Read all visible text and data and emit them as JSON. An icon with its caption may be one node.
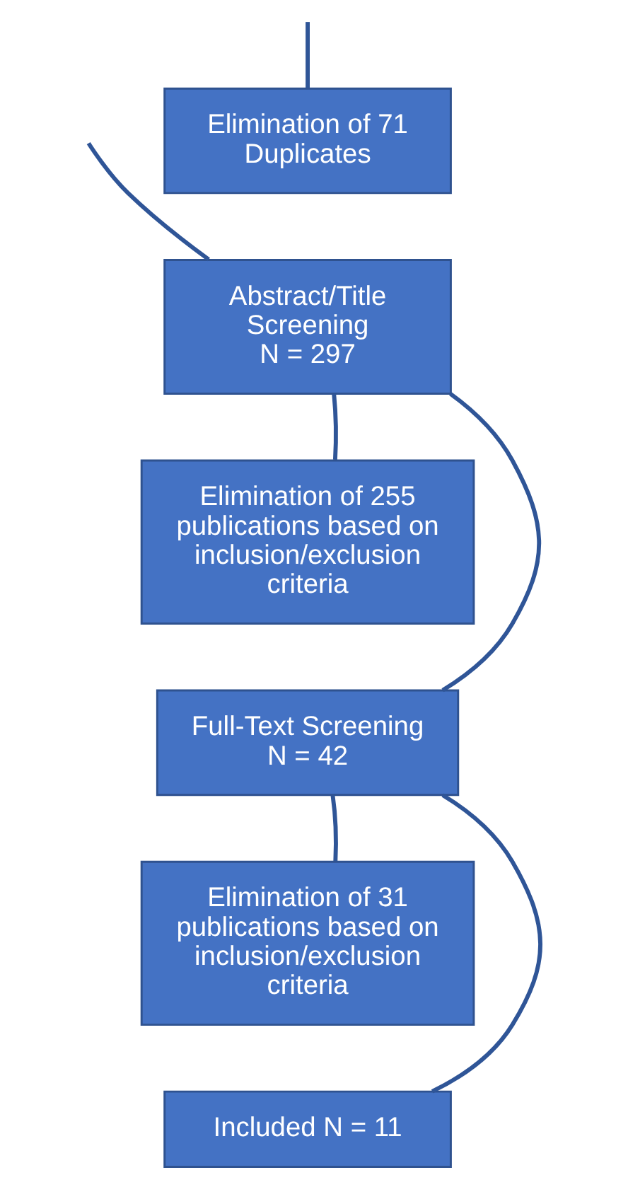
{
  "diagram": {
    "nodes": [
      {
        "text": [
          "Elimination of 71 Duplicates"
        ]
      },
      {
        "text": [
          "Abstract/Title Screening",
          "N = 297"
        ]
      },
      {
        "text": [
          "Elimination of 255 publications based on inclusion/exclusion criteria"
        ]
      },
      {
        "text": [
          "Full-Text Screening",
          "N = 42"
        ]
      },
      {
        "text": [
          "Elimination of 31 publications based on inclusion/exclusion criteria"
        ]
      },
      {
        "text": [
          "Included N = 11"
        ]
      }
    ],
    "edges": [
      {
        "from": null,
        "to": 0,
        "arrow": "none"
      },
      {
        "from": null,
        "to": 1,
        "arrow": "none"
      },
      {
        "from": 1,
        "to": 2,
        "arrow": "none"
      },
      {
        "from": 1,
        "to": 3,
        "arrow": "none"
      },
      {
        "from": 3,
        "to": 4,
        "arrow": "none"
      },
      {
        "from": 3,
        "to": 5,
        "arrow": "none"
      }
    ]
  }
}
